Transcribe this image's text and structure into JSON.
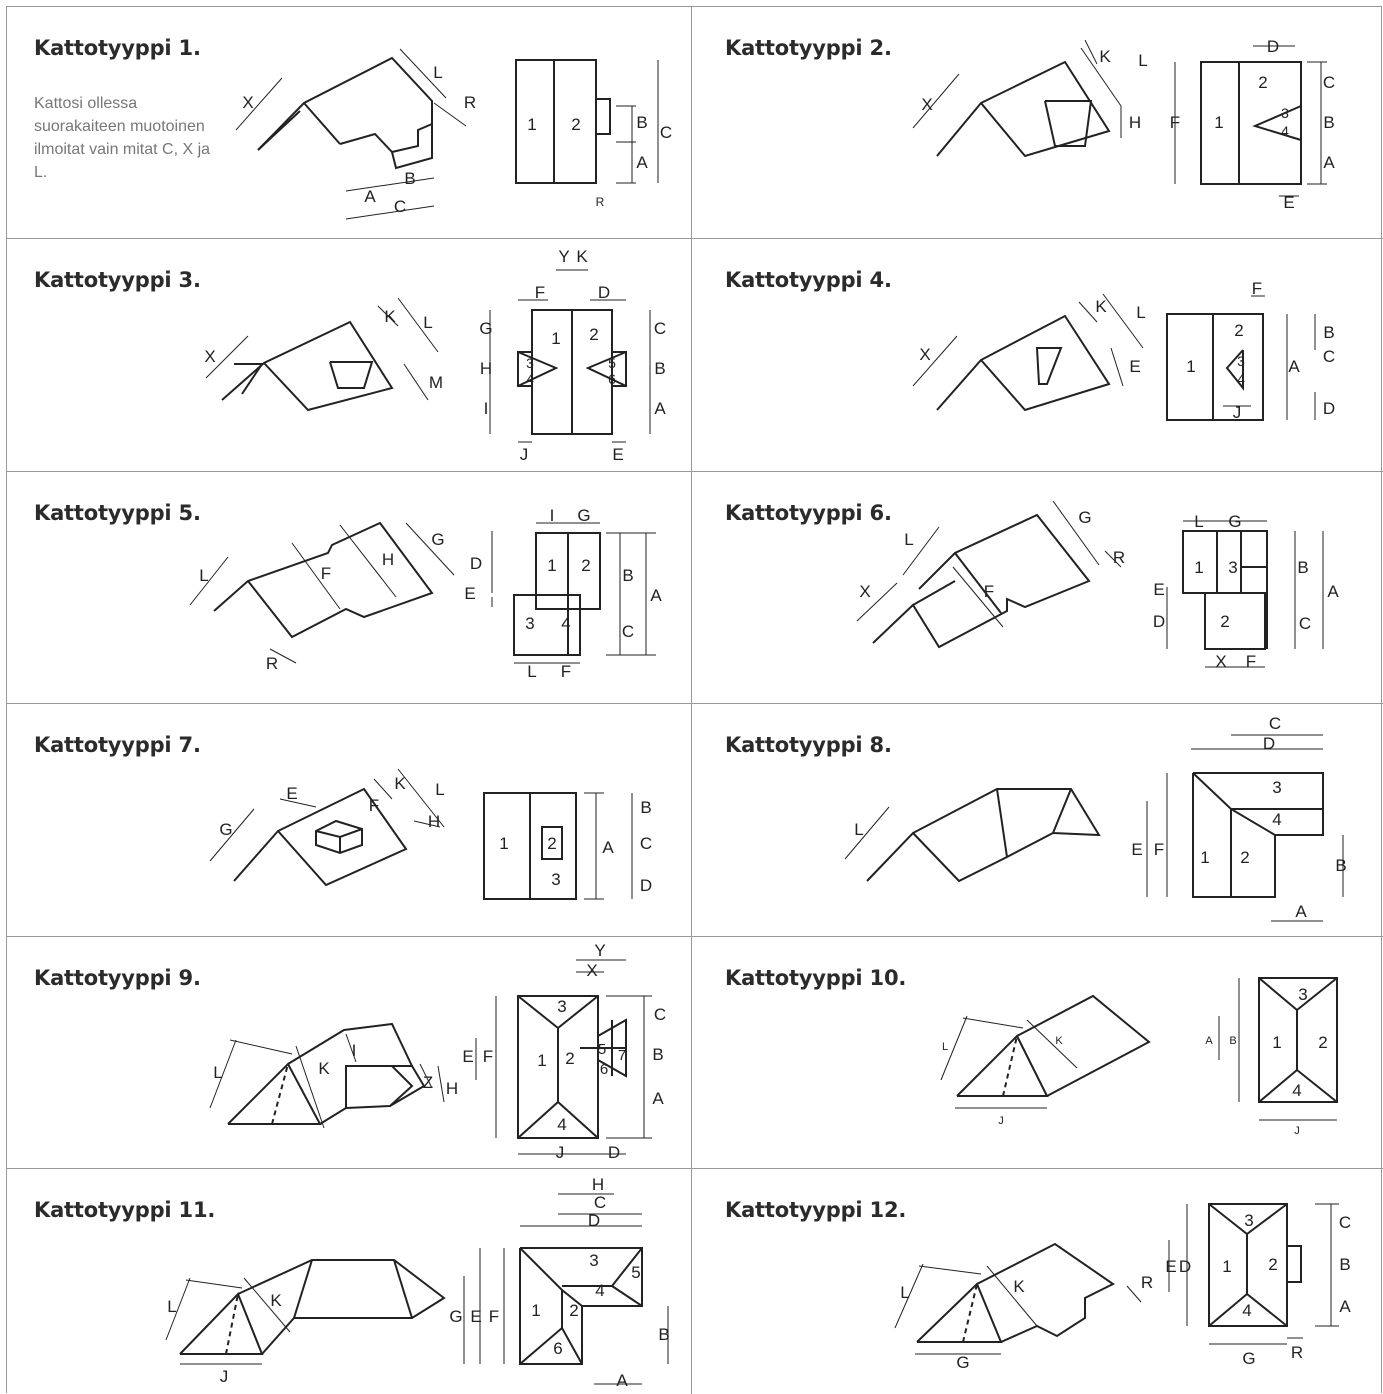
{
  "roof_types": [
    {
      "title": "Kattotyyppi 1.",
      "note": "Kattosi ollessa suorakaiteen muotoinen ilmoitat vain mitat C, X ja L."
    },
    {
      "title": "Kattotyyppi 2."
    },
    {
      "title": "Kattotyyppi 3."
    },
    {
      "title": "Kattotyyppi 4."
    },
    {
      "title": "Kattotyyppi 5."
    },
    {
      "title": "Kattotyyppi 6."
    },
    {
      "title": "Kattotyyppi 7."
    },
    {
      "title": "Kattotyyppi 8."
    },
    {
      "title": "Kattotyyppi 9."
    },
    {
      "title": "Kattotyyppi 10."
    },
    {
      "title": "Kattotyyppi 11."
    },
    {
      "title": "Kattotyyppi 12."
    }
  ],
  "dimension_labels": [
    "A",
    "B",
    "C",
    "D",
    "E",
    "F",
    "G",
    "H",
    "I",
    "J",
    "K",
    "L",
    "M",
    "R",
    "X",
    "Y",
    "Z"
  ],
  "section_numbers": [
    "1",
    "2",
    "3",
    "4",
    "5",
    "6",
    "7"
  ],
  "colors": {
    "line": "#222222",
    "grid": "#999999",
    "note": "#777777"
  }
}
